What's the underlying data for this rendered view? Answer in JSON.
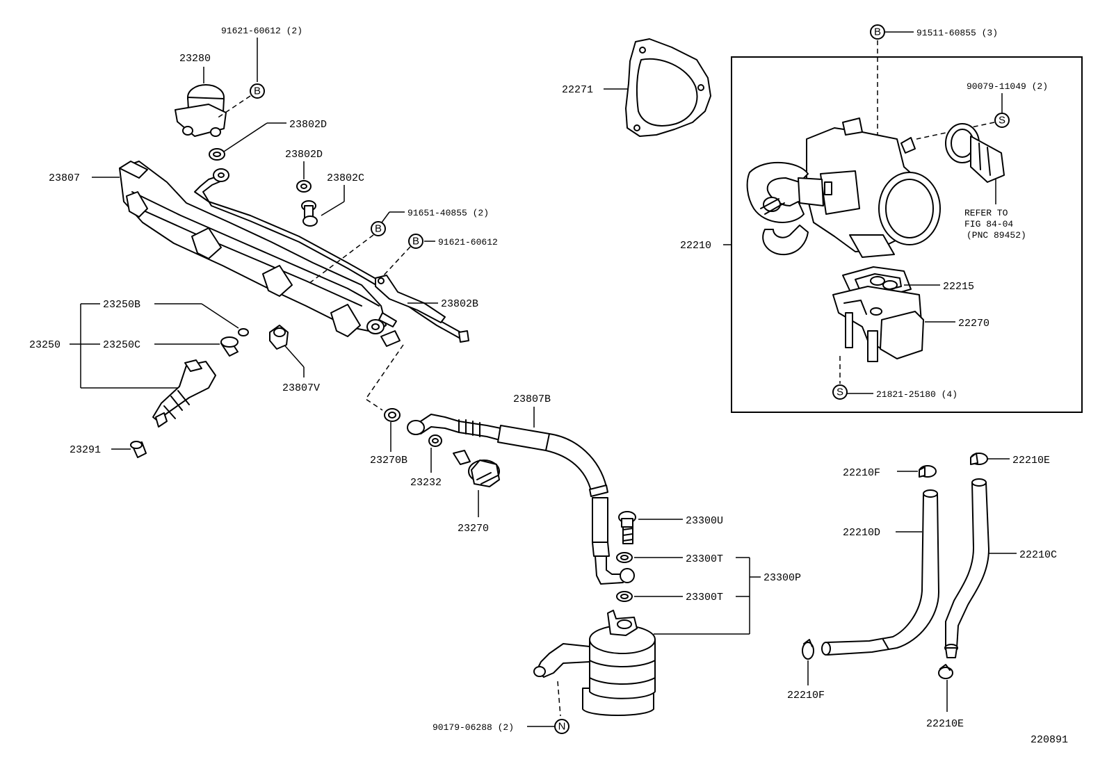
{
  "diagram_id": "220891",
  "symbols": {
    "b": "B",
    "s": "S",
    "n": "N"
  },
  "refer": {
    "line1": "REFER TO",
    "line2": "FIG 84-04",
    "line3": "(PNC 89452)"
  },
  "labels": {
    "p23280": "23280",
    "p91621_2": "91621-60612 (2)",
    "p23802d_a": "23802D",
    "p23802d_b": "23802D",
    "p23802c": "23802C",
    "p23807": "23807",
    "p91651": "91651-40855 (2)",
    "p91621": "91621-60612",
    "p23802b": "23802B",
    "p23250b": "23250B",
    "p23250": "23250",
    "p23250c": "23250C",
    "p23807v": "23807V",
    "p23291": "23291",
    "p23270b": "23270B",
    "p23232": "23232",
    "p23270": "23270",
    "p23807b": "23807B",
    "p23300u": "23300U",
    "p23300t_a": "23300T",
    "p23300t_b": "23300T",
    "p23300p": "23300P",
    "p90179": "90179-06288 (2)",
    "p22271": "22271",
    "p91511": "91511-60855 (3)",
    "p90079": "90079-11049 (2)",
    "p22210": "22210",
    "p22215": "22215",
    "p22270": "22270",
    "p21821": "21821-25180 (4)",
    "p22210f_a": "22210F",
    "p22210e_a": "22210E",
    "p22210d": "22210D",
    "p22210c": "22210C",
    "p22210f_b": "22210F",
    "p22210e_b": "22210E"
  }
}
